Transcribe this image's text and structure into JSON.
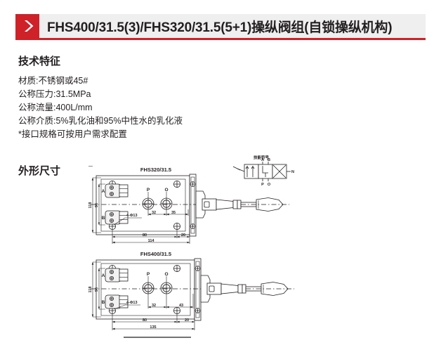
{
  "header": {
    "icon": "chevron-right-icon",
    "title": "FHS400/31.5(3)/FHS320/31.5(5+1)操纵阀组(自锁操纵机构)",
    "accent_color": "#cf2128",
    "bar_color": "#efefef"
  },
  "tech_section": {
    "title": "技术特征",
    "specs": [
      "材质:不锈钢或45#",
      "公称压力:31.5MPa",
      "公称流量:400L/mm",
      "公称介质:5%乳化油和95%中性水的乳化液",
      "*接口规格可按用户需求配置"
    ]
  },
  "dimension_section": {
    "title": "外形尺寸",
    "schematic": {
      "caption": "技能符号",
      "port_labels_top": [
        "A",
        "B"
      ],
      "port_labels_bottom": [
        "P",
        "O"
      ]
    },
    "drawings": [
      {
        "label": "FHS320/31.5",
        "port_labels": [
          "A",
          "B",
          "P",
          "O"
        ],
        "dimensions": {
          "height_outer": "118",
          "height_inner": "96",
          "port_p_offset": "32",
          "port_o_offset": "35",
          "hole_callout": "4-Φ13",
          "width_inner": "80",
          "width_edge": "20",
          "width_overall": "114"
        }
      },
      {
        "label": "FHS400/31.5",
        "port_labels": [
          "A",
          "B",
          "P",
          "O"
        ],
        "dimensions": {
          "height_outer": "118",
          "height_inner": "96",
          "port_p_offset": "32",
          "port_o_offset": "43",
          "hole_callout": "4-Φ13",
          "width_inner": "80",
          "width_edge": "20",
          "width_overall": "135"
        }
      }
    ]
  }
}
